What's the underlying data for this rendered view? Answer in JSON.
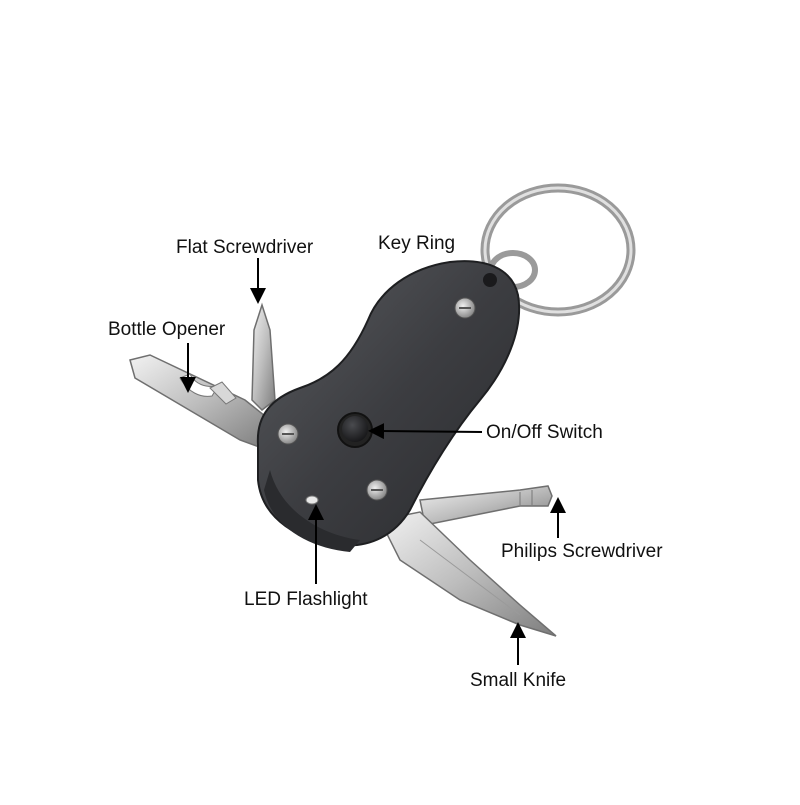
{
  "labels": {
    "flat_screwdriver": "Flat Screwdriver",
    "key_ring": "Key Ring",
    "bottle_opener": "Bottle Opener",
    "on_off_switch": "On/Off Switch",
    "philips_screwdriver": "Philips Screwdriver",
    "led_flashlight": "LED Flashlight",
    "small_knife": "Small Knife"
  },
  "colors": {
    "body": "#3a3b3e",
    "body_highlight": "#55575b",
    "steel": "#c9c9c9",
    "steel_dark": "#8e8e8e",
    "ring": "#b8b8b8",
    "text": "#111111",
    "arrow": "#000000"
  }
}
